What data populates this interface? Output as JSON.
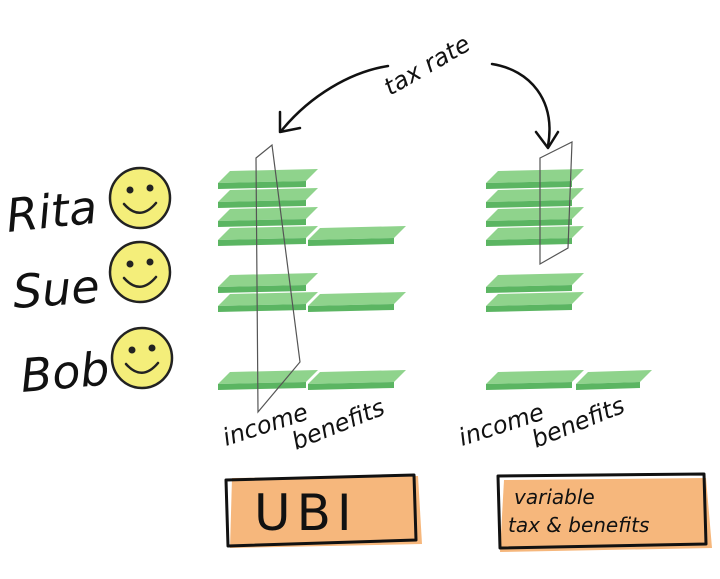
{
  "people": [
    "Rita",
    "Sue",
    "Bob"
  ],
  "arrow_label": "tax rate",
  "left_scheme": {
    "columns": [
      "income",
      "benefits"
    ],
    "box_label": "UBI",
    "income_plates": [
      4,
      2,
      1
    ],
    "benefit_plates": [
      1,
      1,
      1
    ]
  },
  "right_scheme": {
    "columns": [
      "income",
      "benefits"
    ],
    "box_label_line1": "variable",
    "box_label_line2": "tax & benefits",
    "income_plates": [
      4,
      2,
      1
    ],
    "benefit_plates": [
      0,
      0,
      1
    ]
  },
  "colors": {
    "plate_top": "#8fd38c",
    "plate_front": "#5bb562",
    "face_fill": "#f4ee7a",
    "box_fill": "#f6b77c"
  }
}
